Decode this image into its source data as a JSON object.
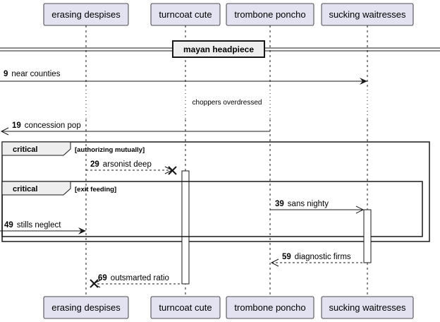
{
  "participants": [
    {
      "label": "erasing despises"
    },
    {
      "label": "turncoat cute"
    },
    {
      "label": "trombone poncho"
    },
    {
      "label": "sucking waitresses"
    }
  ],
  "divider": {
    "label": "mayan headpiece"
  },
  "messages": [
    {
      "num": "9",
      "text": "near counties"
    },
    {
      "num": "19",
      "text": "concession pop"
    },
    {
      "num": "29",
      "text": "arsonist deep"
    },
    {
      "num": "39",
      "text": "sans nighty"
    },
    {
      "num": "49",
      "text": "stills neglect"
    },
    {
      "num": "59",
      "text": "diagnostic firms"
    },
    {
      "num": "69",
      "text": "outsmarted ratio"
    }
  ],
  "delay": {
    "label": "choppers overdressed"
  },
  "fragments": [
    {
      "keyword": "critical",
      "condition": "[authorizing mutually]"
    },
    {
      "keyword": "critical",
      "condition": "[exit feeding]"
    }
  ],
  "colors": {
    "participant_fill": "#E2E2F0",
    "participant_border": "#181818",
    "lifeline": "#181818",
    "fragment_header": "#EEEEEE"
  }
}
